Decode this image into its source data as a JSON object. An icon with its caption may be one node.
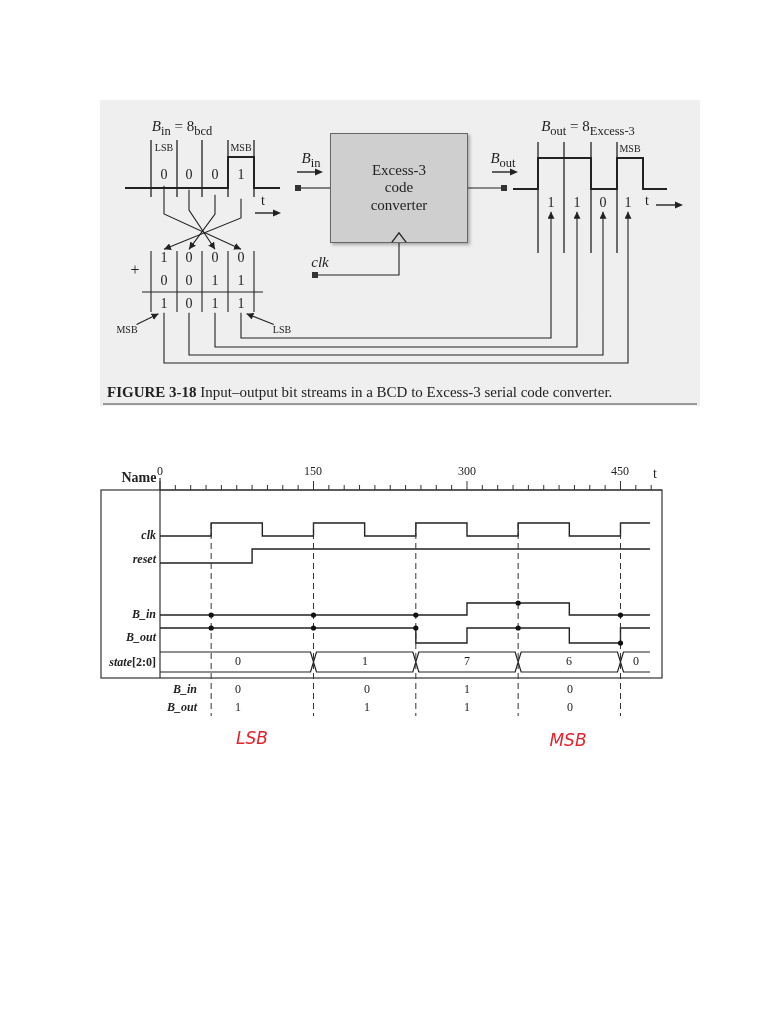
{
  "diagram": {
    "caption": "**FIGURE 3-18** Input–output bit streams in a BCD to Excess-3 serial code converter.",
    "nodes": [
      {
        "text": [
          "0"
        ]
      },
      {
        "text": [
          "0"
        ]
      },
      {
        "text": [
          "0"
        ]
      },
      {
        "text": [
          "1"
        ]
      },
      {
        "text": [],
        "shape": "box"
      },
      {
        "text": [
          "Excess-3 code converter"
        ]
      },
      {
        "text": [],
        "shape": "box"
      },
      {
        "text": [
          "1"
        ]
      },
      {
        "text": [
          "1"
        ]
      },
      {
        "text": [
          "0"
        ]
      },
      {
        "text": [
          "1"
        ]
      },
      {
        "text": [
          "1"
        ]
      },
      {
        "text": [
          "0"
        ]
      },
      {
        "text": [
          "0"
        ]
      },
      {
        "text": [
          "0"
        ]
      },
      {
        "text": [],
        "shape": "box"
      },
      {
        "text": [
          "1"
        ]
      },
      {
        "text": [
          "0"
        ]
      },
      {
        "text": [
          "1"
        ]
      },
      {
        "text": [
          "1"
        ]
      },
      {
        "text": [
          "MSB"
        ]
      },
      {
        "text": [
          "LSB"
        ]
      }
    ],
    "edges": [
      {
        "from": 4,
        "to": 5,
        "arrow": "none"
      },
      {
        "from": 15,
        "to": 5,
        "arrow": "to"
      },
      {
        "from": 5,
        "to": 6,
        "arrow": "none"
      },
      {
        "from": 0,
        "to": 14,
        "arrow": "to"
      },
      {
        "from": 1,
        "to": 13,
        "arrow": "to"
      },
      {
        "from": 2,
        "to": 12,
        "arrow": "to"
      },
      {
        "from": 3,
        "to": 11,
        "arrow": "to"
      },
      {
        "from": 19,
        "to": 7,
        "arrow": "to"
      },
      {
        "from": 18,
        "to": 8,
        "arrow": "to"
      },
      {
        "from": 17,
        "to": 9,
        "arrow": "to"
      },
      {
        "from": 16,
        "to": 10,
        "arrow": "to"
      },
      {
        "from": 20,
        "to": 16,
        "arrow": "to"
      },
      {
        "from": 21,
        "to": 19,
        "arrow": "to"
      }
    ],
    "labels": [
      "*B*$_{in}$ = 8$_{bcd}$",
      "LSB",
      "MSB",
      "t",
      "*B*$_{in}$",
      "*B*$_{out}$",
      "*B*$_{out}$ = 8$_{Excess-3}$",
      "MSB",
      "t",
      "+",
      "clk",
      "0",
      "0",
      "1",
      "1",
      "Name",
      "0",
      "150",
      "300",
      "450",
      "t",
      "clk",
      "reset",
      "B_in",
      "B_out",
      "*state*[2:0]",
      "0",
      "1",
      "7",
      "6",
      "0",
      "B_in",
      "0",
      "0",
      "1",
      "0",
      "B_out",
      "1",
      "1",
      "1",
      "0",
      "LSB",
      "MSB"
    ]
  }
}
